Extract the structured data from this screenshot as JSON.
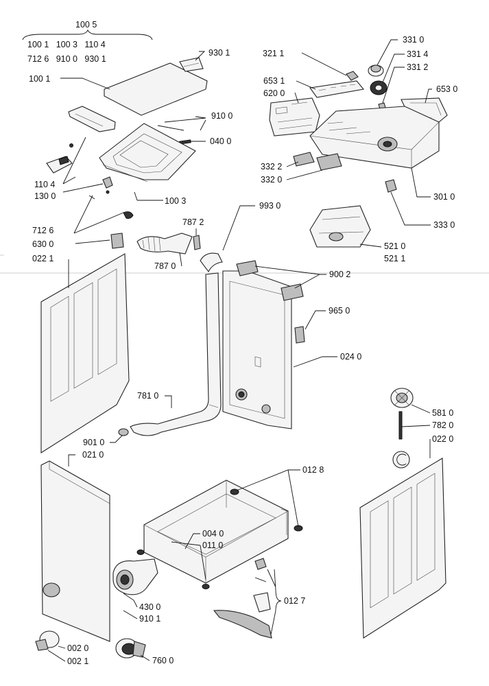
{
  "labels": {
    "l1005": "100 5",
    "g1": "100 1   100 3   110 4",
    "g2": "712 6   910 0   930 1",
    "l9301": "930 1",
    "l1001": "100 1",
    "l9100": "910 0",
    "l0400": "040 0",
    "l1104": "110 4",
    "l1300": "130 0",
    "l1003": "100 3",
    "l7126": "712 6",
    "l6300": "630 0",
    "l0221": "022 1",
    "l7872": "787 2",
    "l7870": "787 0",
    "l9930": "993 0",
    "l3211": "321 1",
    "l6531": "653 1",
    "l6200": "620 0",
    "l3310": "331 0",
    "l3314": "331 4",
    "l3312": "331 2",
    "l6530": "653 0",
    "l3322": "332 2",
    "l3320": "332 0",
    "l3010": "301 0",
    "l3330": "333 0",
    "l5210": "521 0",
    "l5211": "521 1",
    "l9002": "900 2",
    "l9650": "965 0",
    "l0240": "024 0",
    "l7810": "781 0",
    "l9010": "901 0",
    "l0210": "021 0",
    "l5810": "581 0",
    "l7820": "782 0",
    "l0220": "022 0",
    "l0128": "012 8",
    "l0040": "004 0",
    "l0110": "011 0",
    "l4300": "430 0",
    "l9101": "910 1",
    "l0127": "012 7",
    "l0020": "002 0",
    "l0021": "002 1",
    "l7600": "760 0"
  }
}
